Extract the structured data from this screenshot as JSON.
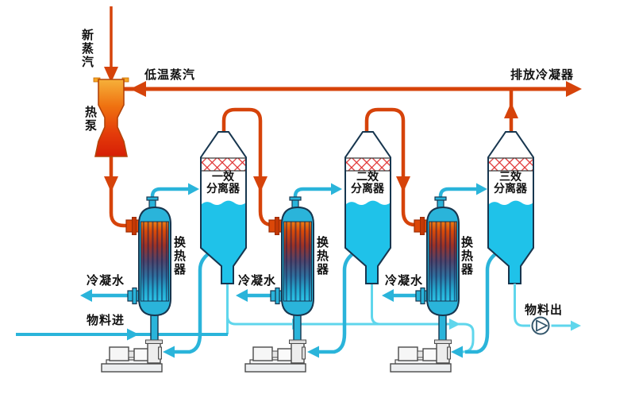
{
  "labels": {
    "fresh_steam": "新蒸汽",
    "heat_pump": "热泵",
    "low_temp_steam": "低温蒸汽",
    "vent_condenser": "排放冷凝器",
    "separator_1": {
      "line1": "一效",
      "line2": "分离器"
    },
    "separator_2": {
      "line1": "二效",
      "line2": "分离器"
    },
    "separator_3": {
      "line1": "三效",
      "line2": "分离器"
    },
    "heat_exchanger": "换热器",
    "condensate_water": "冷凝水",
    "material_in": "物料进",
    "material_out": "物料出"
  },
  "colors": {
    "steam_line": "#d6430a",
    "process_pipe": "#2ab4da",
    "light_pipe": "#5fd6ec",
    "liquid": "#1fc2e9",
    "demister_mesh": "#e03131",
    "background": "#ffffff"
  }
}
